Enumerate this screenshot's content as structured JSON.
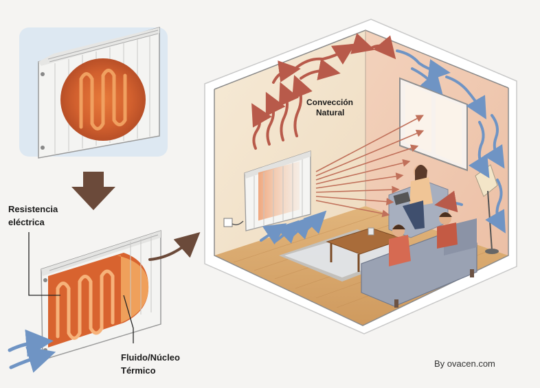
{
  "labels": {
    "resistance_line1": "Resistencia",
    "resistance_line2": "eléctrica",
    "fluid_line1": "Fluido/Núcleo",
    "fluid_line2": "Térmico",
    "convection_line1": "Convección",
    "convection_line2": "Natural",
    "credit": "By ovacen.com"
  },
  "colors": {
    "background": "#f5f4f2",
    "inset_panel": "#dde8f2",
    "down_arrow": "#6b4a3a",
    "heat_arrow": "#b85a4a",
    "cool_arrow": "#6f94c4",
    "radiant_ray": "#c0705a",
    "floor": "#d9a86c",
    "wall_left": "#f3e3cc",
    "wall_right": "#f0c9b0",
    "sofa": "#9aa2b3"
  },
  "icons": {
    "process_arrow": "arrow-down-icon",
    "flow_arrow": "curved-arrow-icon"
  }
}
